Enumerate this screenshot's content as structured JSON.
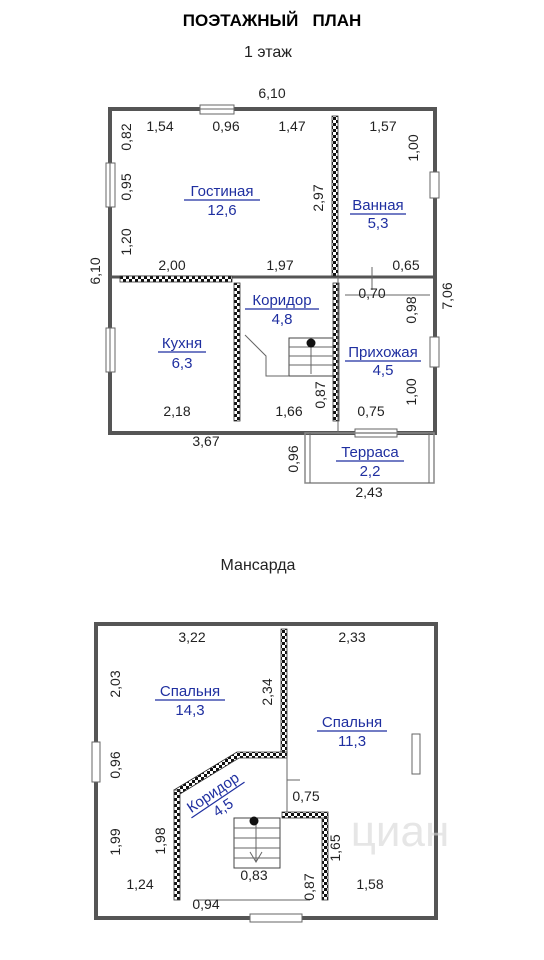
{
  "header": {
    "title": "ПОЭТАЖНЫЙ   ПЛАН",
    "floor1_label": "1 этаж",
    "floor2_label": "Мансарда"
  },
  "floor1": {
    "rooms": {
      "living": {
        "name": "Гостиная",
        "area": "12,6"
      },
      "bath": {
        "name": "Ванная",
        "area": "5,3"
      },
      "corridor": {
        "name": "Коридор",
        "area": "4,8"
      },
      "kitchen": {
        "name": "Кухня",
        "area": "6,3"
      },
      "hall": {
        "name": "Прихожая",
        "area": "4,5"
      },
      "terrace": {
        "name": "Терраса",
        "area": "2,2"
      }
    },
    "dims": {
      "top_total": "6,10",
      "top_1": "1,54",
      "top_2": "0,96",
      "top_3": "1,47",
      "top_4": "1,57",
      "left_total": "6,10",
      "left_1": "0,82",
      "left_2": "0,95",
      "left_3": "1,20",
      "mid_1": "2,00",
      "mid_2": "1,97",
      "mid_3": "0,65",
      "mid_4": "0,70",
      "v_297": "2,97",
      "right_1": "1,00",
      "right_2": "0,98",
      "right_3": "1,00",
      "right_total": "7,06",
      "bot_1": "2,18",
      "bot_2": "1,66",
      "bot_3": "0,75",
      "v_087": "0,87",
      "bot_total": "3,67",
      "terr_h": "0,96",
      "terr_w": "2,43"
    }
  },
  "floor2": {
    "rooms": {
      "bed1": {
        "name": "Спальня",
        "area": "14,3"
      },
      "bed2": {
        "name": "Спальня",
        "area": "11,3"
      },
      "corridor": {
        "name": "Коридор",
        "area": "4,5"
      }
    },
    "dims": {
      "top_1": "3,22",
      "top_2": "2,33",
      "left_1": "2,03",
      "left_2": "0,96",
      "left_3": "1,99",
      "v_234": "2,34",
      "v_198": "1,98",
      "mid_075": "0,75",
      "v_165": "1,65",
      "bot_1": "1,24",
      "bot_2": "0,94",
      "bot_3": "0,83",
      "v_087": "0,87",
      "bot_4": "1,58"
    }
  },
  "watermark": "циан",
  "colors": {
    "room_text": "#1f2fa0",
    "wall": "#555555"
  }
}
